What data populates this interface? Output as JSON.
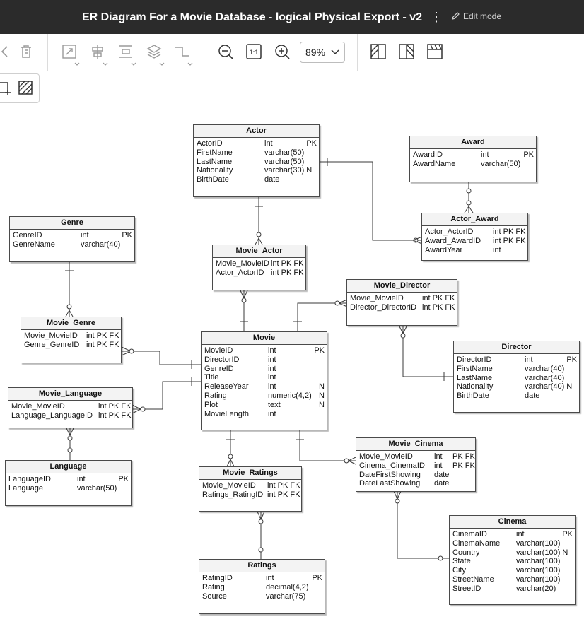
{
  "window": {
    "title": "ER Diagram For a Movie Database - logical Physical Export - v2",
    "edit_mode": "Edit mode",
    "more_icon": "kebab-menu-icon",
    "edit_icon": "pencil-icon"
  },
  "toolbar": {
    "zoom": "89%",
    "zoom_out_icon": "zoom-out-icon",
    "actual_size_label": "1:1",
    "zoom_in_icon": "zoom-in-icon"
  },
  "entities": {
    "actor": {
      "name": "Actor",
      "rows": [
        {
          "n": "ActorID",
          "t": "int",
          "k": "PK"
        },
        {
          "n": "FirstName",
          "t": "varchar(50)",
          "k": ""
        },
        {
          "n": "LastName",
          "t": "varchar(50)",
          "k": ""
        },
        {
          "n": "Nationality",
          "t": "varchar(30) N",
          "k": ""
        },
        {
          "n": "BirthDate",
          "t": "date",
          "k": ""
        }
      ]
    },
    "award": {
      "name": "Award",
      "rows": [
        {
          "n": "AwardID",
          "t": "int",
          "k": "PK"
        },
        {
          "n": "AwardName",
          "t": "varchar(50)",
          "k": ""
        }
      ]
    },
    "actor_award": {
      "name": "Actor_Award",
      "rows": [
        {
          "n": "Actor_ActorID",
          "t": "int PK FK",
          "k": ""
        },
        {
          "n": "Award_AwardID",
          "t": "int PK FK",
          "k": ""
        },
        {
          "n": "AwardYear",
          "t": "int",
          "k": ""
        }
      ]
    },
    "genre": {
      "name": "Genre",
      "rows": [
        {
          "n": "GenreID",
          "t": "int",
          "k": "PK"
        },
        {
          "n": "GenreName",
          "t": "varchar(40)",
          "k": ""
        }
      ]
    },
    "movie_actor": {
      "name": "Movie_Actor",
      "rows": [
        {
          "n": "Movie_MovieID",
          "t": "int PK FK",
          "k": ""
        },
        {
          "n": "Actor_ActorID",
          "t": "int PK FK",
          "k": ""
        }
      ]
    },
    "movie_director": {
      "name": "Movie_Director",
      "rows": [
        {
          "n": "Movie_MovieID",
          "t": "int PK FK",
          "k": ""
        },
        {
          "n": "Director_DirectorID",
          "t": "int PK FK",
          "k": ""
        }
      ]
    },
    "movie_genre": {
      "name": "Movie_Genre",
      "rows": [
        {
          "n": "Movie_MovieID",
          "t": "int PK FK",
          "k": ""
        },
        {
          "n": "Genre_GenreID",
          "t": "int PK FK",
          "k": ""
        }
      ]
    },
    "movie": {
      "name": "Movie",
      "rows": [
        {
          "n": "MovieID",
          "t": "int",
          "k": "PK"
        },
        {
          "n": "DirectorID",
          "t": "int",
          "k": ""
        },
        {
          "n": "GenreID",
          "t": "int",
          "k": ""
        },
        {
          "n": "Title",
          "t": "int",
          "k": ""
        },
        {
          "n": "ReleaseYear",
          "t": "int",
          "k": "N"
        },
        {
          "n": "Rating",
          "t": "numeric(4,2)",
          "k": "N"
        },
        {
          "n": "Plot",
          "t": "text",
          "k": "N"
        },
        {
          "n": "MovieLength",
          "t": "int",
          "k": ""
        }
      ]
    },
    "director": {
      "name": "Director",
      "rows": [
        {
          "n": "DirectorID",
          "t": "int",
          "k": "PK"
        },
        {
          "n": "FirstName",
          "t": "varchar(40)",
          "k": ""
        },
        {
          "n": "LastName",
          "t": "varchar(40)",
          "k": ""
        },
        {
          "n": "Nationality",
          "t": "varchar(40) N",
          "k": ""
        },
        {
          "n": "BirthDate",
          "t": "date",
          "k": ""
        }
      ]
    },
    "movie_language": {
      "name": "Movie_Language",
      "rows": [
        {
          "n": "Movie_MovieID",
          "t": "int PK FK",
          "k": ""
        },
        {
          "n": "Language_LanguageID",
          "t": "int PK FK",
          "k": ""
        }
      ]
    },
    "language": {
      "name": "Language",
      "rows": [
        {
          "n": "LanguageID",
          "t": "int",
          "k": "PK"
        },
        {
          "n": "Language",
          "t": "varchar(50)",
          "k": ""
        }
      ]
    },
    "movie_ratings": {
      "name": "Movie_Ratings",
      "rows": [
        {
          "n": "Movie_MovieID",
          "t": "int PK FK",
          "k": ""
        },
        {
          "n": "Ratings_RatingID",
          "t": "int PK FK",
          "k": ""
        }
      ]
    },
    "movie_cinema": {
      "name": "Movie_Cinema",
      "rows": [
        {
          "n": "Movie_MovieID",
          "t": "int",
          "k": "PK FK"
        },
        {
          "n": "Cinema_CinemaID",
          "t": "int",
          "k": "PK FK"
        },
        {
          "n": "DateFirstShowing",
          "t": "date",
          "k": ""
        },
        {
          "n": "DateLastShowing",
          "t": "date",
          "k": ""
        }
      ]
    },
    "ratings": {
      "name": "Ratings",
      "rows": [
        {
          "n": "RatingID",
          "t": "int",
          "k": "PK"
        },
        {
          "n": "Rating",
          "t": "decimal(4,2)",
          "k": ""
        },
        {
          "n": "Source",
          "t": "varchar(75)",
          "k": ""
        }
      ]
    },
    "cinema": {
      "name": "Cinema",
      "rows": [
        {
          "n": "CinemaID",
          "t": "int",
          "k": "PK"
        },
        {
          "n": "CinemaName",
          "t": "varchar(100)",
          "k": ""
        },
        {
          "n": "Country",
          "t": "varchar(100) N",
          "k": ""
        },
        {
          "n": "State",
          "t": "varchar(100)",
          "k": ""
        },
        {
          "n": "City",
          "t": "varchar(100)",
          "k": ""
        },
        {
          "n": "StreetName",
          "t": "varchar(100)",
          "k": ""
        },
        {
          "n": "StreetID",
          "t": "varchar(20)",
          "k": ""
        }
      ]
    }
  }
}
